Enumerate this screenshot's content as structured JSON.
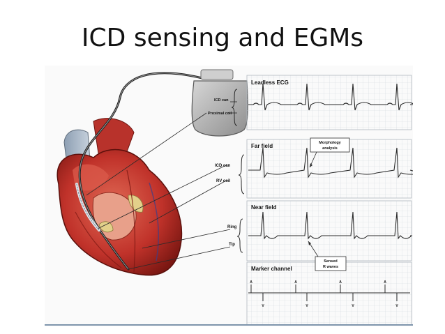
{
  "title": "ICD sensing and EGMs",
  "device": {
    "can_label": "ICD can",
    "coil_label": "Proximal coil"
  },
  "lead_labels": {
    "icd_can": "ICD can",
    "rv_coil": "RV coil",
    "ring": "Ring",
    "tip": "Tip"
  },
  "panels": [
    {
      "title": "Leadless ECG"
    },
    {
      "title": "Far field"
    },
    {
      "title": "Near field"
    },
    {
      "title": "Marker channel"
    }
  ],
  "callouts": {
    "morphology_line1": "Morphology",
    "morphology_line2": "analysis",
    "sensed_line1": "Sensed",
    "sensed_line2": "R waves"
  },
  "markers": {
    "atrial": "A",
    "ventricular": "V"
  },
  "colors": {
    "heart": "#c0322a",
    "heart_dark": "#7a1712",
    "grid": "#c8cfd6",
    "trace": "#2a2a2a",
    "device": "#b3b3b3",
    "rule": "#7f95ac"
  }
}
